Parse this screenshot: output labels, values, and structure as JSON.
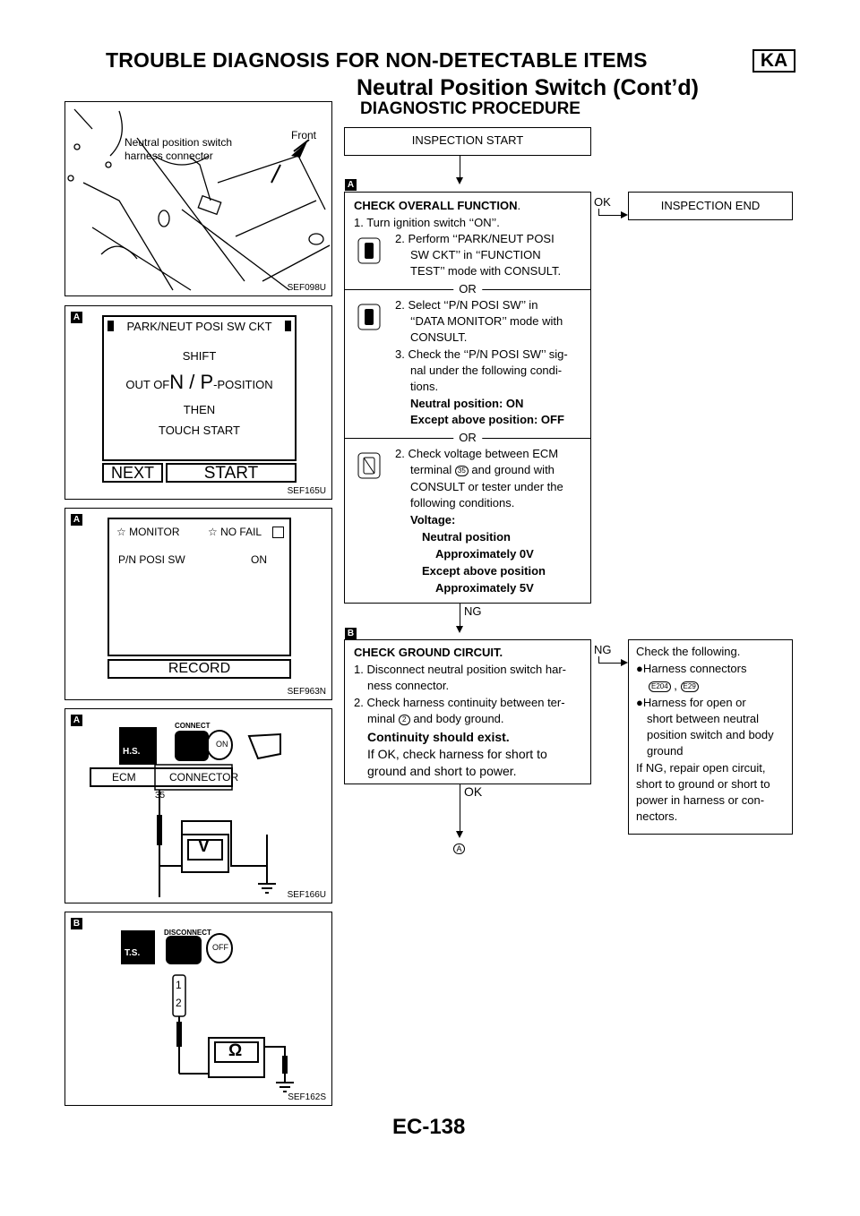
{
  "header": {
    "title": "TROUBLE DIAGNOSIS FOR NON-DETECTABLE ITEMS",
    "badge": "KA",
    "subtitle": "Neutral Position Switch (Cont’d)",
    "section": "DIAGNOSTIC PROCEDURE"
  },
  "figures": {
    "fig1": {
      "caption": "SEF098U",
      "label_connector": "Neutral position switch",
      "label_connector2": "harness connector",
      "label_front": "Front"
    },
    "fig2": {
      "caption": "SEF165U",
      "marker": "A",
      "screen_title": "PARK/NEUT POSI SW CKT",
      "line1": "SHIFT",
      "line2_pre": "OUT OF",
      "line2_mid": "N / P",
      "line2_post": "-POSITION",
      "line3": "THEN",
      "line4": "TOUCH START",
      "btn_next": "NEXT",
      "btn_start": "START"
    },
    "fig3": {
      "caption": "SEF963N",
      "marker": "A",
      "hdr_monitor": "☆ MONITOR",
      "hdr_nofail": "☆ NO FAIL",
      "item": "P/N POSI SW",
      "value": "ON",
      "btn_record": "RECORD"
    },
    "fig4": {
      "caption": "SEF166U",
      "marker": "A",
      "hs": "H.S.",
      "connect": "CONNECT",
      "on": "ON",
      "ecm": "ECM",
      "connector": "CONNECTOR",
      "pin": "35",
      "meter": "V"
    },
    "fig5": {
      "caption": "SEF162S",
      "marker": "B",
      "ts": "T.S.",
      "disconnect": "DISCONNECT",
      "off": "OFF",
      "pin1": "1",
      "pin2": "2",
      "meter": "Ω"
    }
  },
  "flow": {
    "start": "INSPECTION START",
    "markerA": "A",
    "markerB": "B",
    "ok1": "OK",
    "end": "INSPECTION END",
    "checkA": {
      "title": "CHECK OVERALL FUNCTION",
      "title_suffix": ".",
      "s1": "1. Turn ignition switch ‘‘ON’’.",
      "s2a": "2. Perform ‘‘PARK/NEUT POSI",
      "s2b": "SW CKT’’ in ‘‘FUNCTION",
      "s2c": "TEST’’ mode with CONSULT.",
      "or1": "OR",
      "s3a": "2. Select ‘‘P/N POSI SW’’ in",
      "s3b": "‘‘DATA MONITOR’’ mode with",
      "s3c": "CONSULT.",
      "s4a": "3. Check the ‘‘P/N POSI SW’’ sig-",
      "s4b": "nal under the following condi-",
      "s4c": "tions.",
      "s4d": "Neutral position: ON",
      "s4e": "Except above position: OFF",
      "or2": "OR",
      "s5a": "2. Check voltage between ECM",
      "s5b_pre": "terminal",
      "s5b_pin": "35",
      "s5b_post": "and ground with",
      "s5c": "CONSULT or tester under the",
      "s5d": "following conditions.",
      "s5e": "Voltage:",
      "s5f": "Neutral position",
      "s5g": "Approximately 0V",
      "s5h": "Except above position",
      "s5i": "Approximately 5V"
    },
    "ng1": "NG",
    "checkB": {
      "title": "CHECK GROUND CIRCUIT.",
      "s1a": "1. Disconnect neutral position switch har-",
      "s1b": "ness connector.",
      "s2a": "2. Check harness continuity between ter-",
      "s2b_pre": "minal",
      "s2b_pin": "2",
      "s2b_post": "and body ground.",
      "s2c": "Continuity should exist.",
      "s2d": "If OK, check harness for short to",
      "s2e": "ground and short to power."
    },
    "ng2": "NG",
    "ok2": "OK",
    "ngbox": {
      "l1": "Check the following.",
      "l2": "●Harness connectors",
      "c1": "E204",
      "c2": "E29",
      "l3": "●Harness for open or",
      "l4": "short between neutral",
      "l5": "position switch and body",
      "l6": "ground",
      "l7": "If NG, repair open circuit,",
      "l8": "short to ground or short to",
      "l9": "power in harness or con-",
      "l10": "nectors."
    },
    "goto": "A"
  },
  "footer": {
    "page": "EC-138"
  }
}
